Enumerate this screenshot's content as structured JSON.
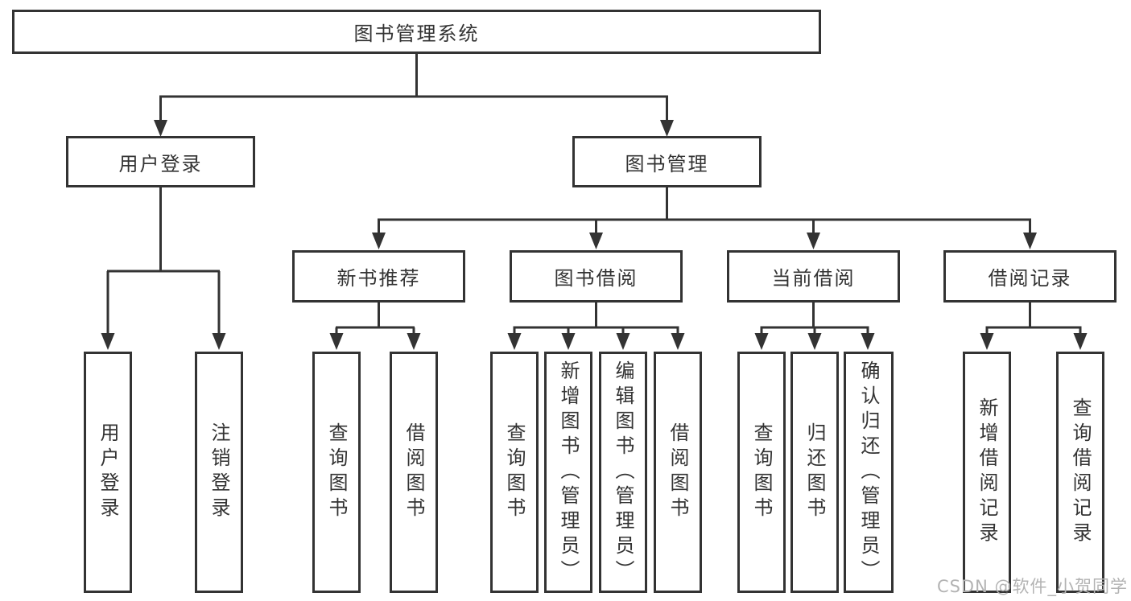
{
  "tree": {
    "root": "图书管理系统",
    "children": [
      {
        "label": "用户登录",
        "children": [
          "用户登录",
          "注销登录"
        ]
      },
      {
        "label": "图书管理",
        "children": [
          {
            "label": "新书推荐",
            "children": [
              "查询图书",
              "借阅图书"
            ]
          },
          {
            "label": "图书借阅",
            "children": [
              "查询图书",
              "新增图书（管理员）",
              "编辑图书（管理员）",
              "借阅图书"
            ]
          },
          {
            "label": "当前借阅",
            "children": [
              "查询图书",
              "归还图书",
              "确认归还（管理员）"
            ]
          },
          {
            "label": "借阅记录",
            "children": [
              "新增借阅记录",
              "查询借阅记录"
            ]
          }
        ]
      }
    ]
  },
  "watermark": {
    "text": "CSDN @软件_小贺同学"
  },
  "colors": {
    "line": "#333333",
    "box_border": "#333333",
    "text": "#333333",
    "background": "#ffffff",
    "watermark": "#b3b3b3"
  }
}
